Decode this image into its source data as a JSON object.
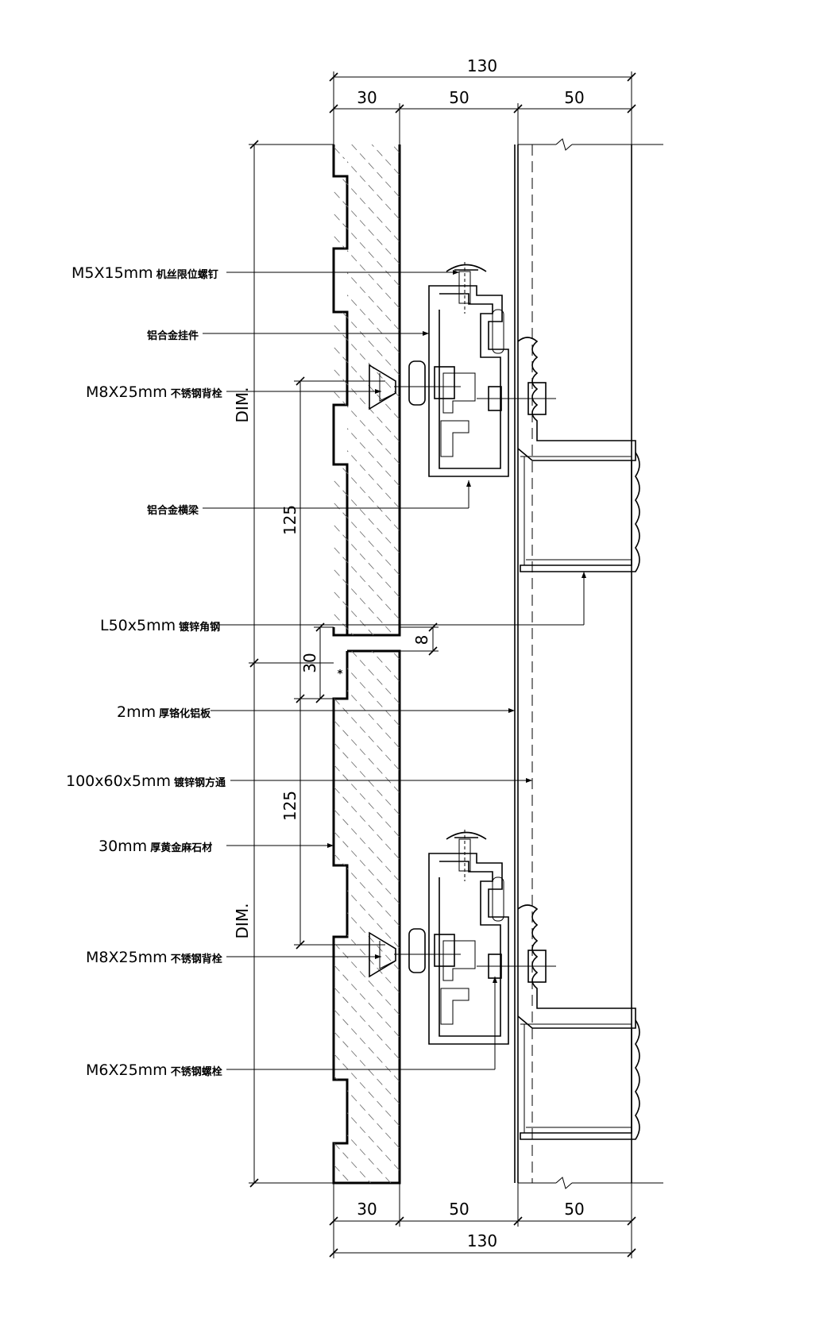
{
  "dimensions": {
    "top_total": "130",
    "top_a": "30",
    "top_b": "50",
    "top_c": "50",
    "bottom_a": "30",
    "bottom_b": "50",
    "bottom_c": "50",
    "bottom_total": "130",
    "dim_upper": "DIM.",
    "dim_lower": "DIM.",
    "gap_8": "8",
    "offset_30": "30",
    "pitch_upper": "125",
    "pitch_lower": "125",
    "tiny_mark": "*"
  },
  "labels": [
    {
      "main": "M5X15mm",
      "sub": "机丝限位螺钉"
    },
    {
      "main": "",
      "sub": "铝合金挂件"
    },
    {
      "main": "M8X25mm",
      "sub": "不锈钢背栓"
    },
    {
      "main": "",
      "sub": "铝合金横梁"
    },
    {
      "main": "L50x5mm",
      "sub": "镀锌角钢"
    },
    {
      "main": "2mm",
      "sub": "厚铬化铝板"
    },
    {
      "main": "100x60x5mm",
      "sub": "镀锌钢方通"
    },
    {
      "main": "30mm",
      "sub": "厚黄金麻石材"
    },
    {
      "main": "M8X25mm",
      "sub": "不锈钢背栓"
    },
    {
      "main": "M6X25mm",
      "sub": "不锈钢螺栓"
    }
  ]
}
